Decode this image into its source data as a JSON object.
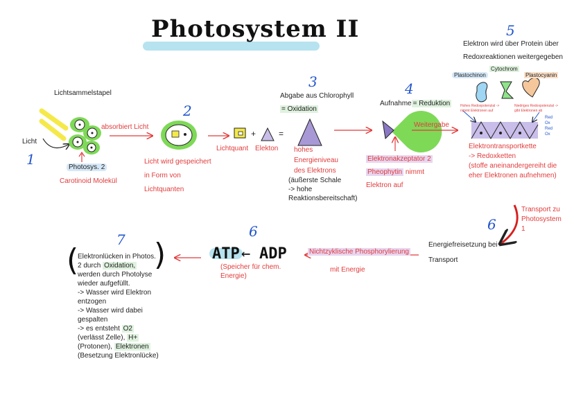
{
  "title": "Photosystem II",
  "numbers": {
    "n1": "1",
    "n2": "2",
    "n3": "3",
    "n4": "4",
    "n5": "5",
    "n6a": "6",
    "n6b": "6",
    "n7": "7"
  },
  "step1": {
    "stack_label": "Lichtsammelstapel",
    "licht": "Licht",
    "absorbed": "absorbiert Licht",
    "photosys": "Photosys. 2",
    "carotinoid": "Carotinoid Molekül"
  },
  "step2": {
    "lines": [
      "Licht wird gespeichert",
      "in Form von",
      "Lichtquanten"
    ],
    "lichtquant": "Lichtquant",
    "elekton": "Elekton",
    "plus": "+",
    "equals": "="
  },
  "step3": {
    "abgabe": "Abgabe aus Chlorophyll",
    "oxidation": "= Oxidation",
    "hohes": [
      "hohes",
      "Energieniveau",
      "des Elektrons"
    ],
    "schale": [
      "(äußerste Schale",
      "-> hohe",
      "Reaktionsbereitschaft)"
    ]
  },
  "step4": {
    "aufnahme": "Aufnahme",
    "reduktion": "= Reduktion",
    "akzeptor": "Elektronakzeptator 2",
    "pheophytin": "Pheophytin",
    "nimmt": "nimmt",
    "auf": "Elektron auf",
    "weitergabe": "Weitergabe"
  },
  "step5": {
    "head": [
      "Elektron wird über Protein über",
      "Redoxreaktionen weitergegeben"
    ],
    "plastochinon": "Plastochinon",
    "cytochrom": "Cytochrom",
    "plastocyanin": "Plastocyanin",
    "small_left": [
      "Hohes Redoxpotenzial ->",
      "nimmt Elektronen auf"
    ],
    "small_right": [
      "Niedriges Redoxpotenzial ->",
      "gibt Elektronen ab"
    ],
    "redox_mini": [
      "Red",
      "Ox",
      "Red",
      "Ox"
    ],
    "kette": [
      "Elektrontransportkette",
      "-> Redoxketten",
      "(stoffe aneinandergereiht die",
      "eher Elektronen aufnehmen)"
    ]
  },
  "step6": {
    "transport": [
      "Transport zu",
      "Photosystem",
      "1"
    ],
    "energie": [
      "Energiefreisetzung bei",
      "Transport"
    ],
    "nichtzyklisch": "Nichtzyklische Phosphorylierung",
    "mit_energie": "mit Energie",
    "atp": "ATP",
    "adp": "ADP",
    "arrow": "←",
    "speicher": [
      "(Speicher für chem.",
      "Energie)"
    ]
  },
  "step7": {
    "l1": "Elektronlücken in Photos.",
    "l2a": "2 durch",
    "l2b": "Oxidation,",
    "l3": "werden durch Photolyse",
    "l4": "wieder aufgefüllt.",
    "l5": "-> Wasser wird Elektron",
    "l6": "entzogen",
    "l7": "-> Wasser wird dabei",
    "l8": "gespalten",
    "l9a": "-> es entsteht",
    "l9b": "O2",
    "l10a": "(verlässt Zelle),",
    "l10b": "H+",
    "l11a": "(Protonen),",
    "l11b": "Elektronen",
    "l12": "(Besetzung Elektronlücke)"
  },
  "colors": {
    "accent_red": "#e23b3b",
    "number_blue": "#2255cc",
    "green": "#7ed957",
    "purple": "#a998d6",
    "yellow": "#f5e94a"
  }
}
